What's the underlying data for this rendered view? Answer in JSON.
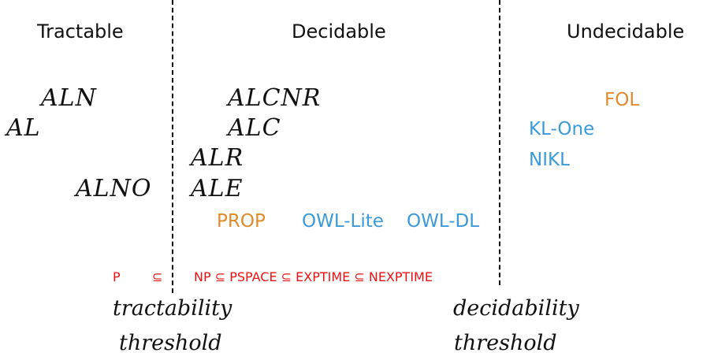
{
  "headers": {
    "tractable": "Tractable",
    "decidable": "Decidable",
    "undecidable": "Undecidable"
  },
  "tractable_logics": [
    "ALN",
    "AL",
    "ALNO"
  ],
  "decidable_logics": [
    "ALCNR",
    "ALC",
    "ALR",
    "ALE"
  ],
  "decidable_systems": {
    "prop": "PROP",
    "owl_lite": "OWL-Lite",
    "owl_dl": "OWL-DL"
  },
  "undecidable_systems": {
    "fol": "FOL",
    "kl_one": "KL-One",
    "nikl": "NIKL"
  },
  "complexity": {
    "p": "P",
    "subset1": "⊆",
    "chain": "NP ⊆ PSPACE ⊆ EXPTIME ⊆ NEXPTIME"
  },
  "thresholds": {
    "tractability_1": "tractability",
    "tractability_2": "threshold",
    "decidability_1": "decidability",
    "decidability_2": "threshold"
  },
  "colors": {
    "orange": "#e08a2c",
    "blue": "#3b9ad9",
    "red": "#ee1111"
  }
}
